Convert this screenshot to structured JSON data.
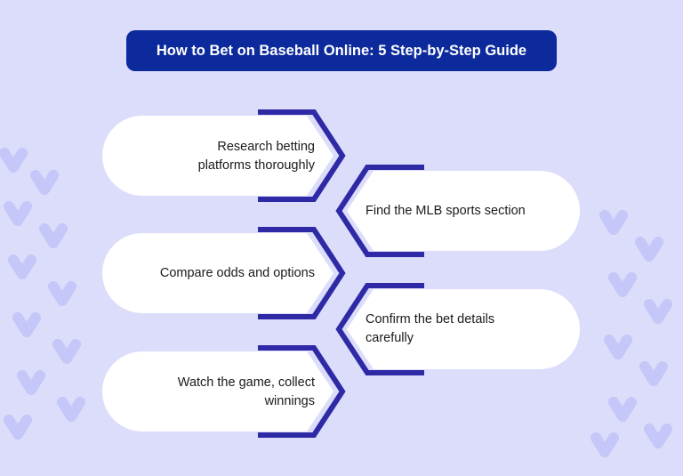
{
  "title": "How to Bet on Baseball Online: 5 Step-by-Step Guide",
  "steps": [
    {
      "line1": "Research betting",
      "line2": "platforms thoroughly"
    },
    {
      "line1": "Find the MLB sports section",
      "line2": ""
    },
    {
      "line1": "Compare odds and options",
      "line2": ""
    },
    {
      "line1": "Confirm the bet details",
      "line2": "carefully"
    },
    {
      "line1": "Watch the game, collect",
      "line2": "winnings"
    }
  ],
  "colors": {
    "background": "#dcdcfb",
    "title_bg": "#0c2a9c",
    "accent": "#2e2aa6",
    "card": "#ffffff",
    "decor": "#c4c7f7"
  }
}
